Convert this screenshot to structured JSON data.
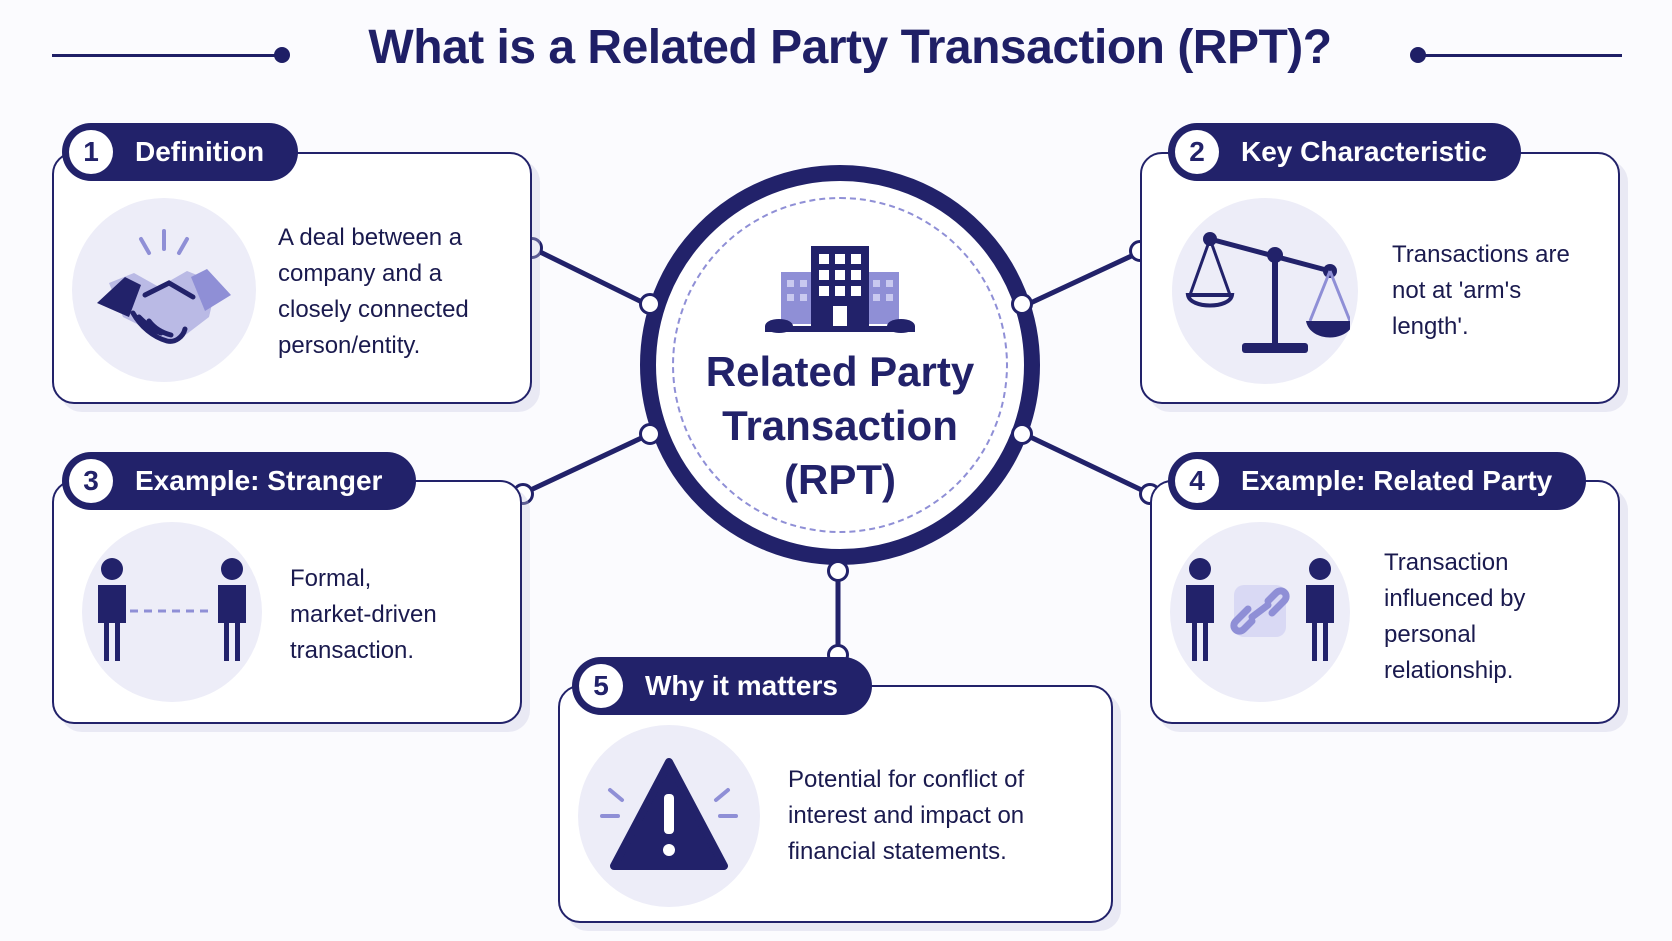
{
  "title": "What is a Related Party Transaction (RPT)?",
  "center": {
    "line1": "Related Party",
    "line2": "Transaction",
    "line3": "(RPT)",
    "icon": "building-icon"
  },
  "cards": [
    {
      "number": "1",
      "heading": "Definition",
      "icon": "handshake-icon",
      "lines": [
        "A deal between a",
        "company and a",
        "closely connected",
        "person/entity."
      ]
    },
    {
      "number": "2",
      "heading": "Key Characteristic",
      "icon": "unbalanced-scale-icon",
      "lines": [
        "Transactions are",
        "not at 'arm's",
        "length'."
      ]
    },
    {
      "number": "3",
      "heading": "Example: Stranger",
      "icon": "two-persons-dashed-icon",
      "lines": [
        "Formal,",
        "market-driven",
        "transaction."
      ]
    },
    {
      "number": "4",
      "heading": "Example: Related Party",
      "icon": "two-persons-link-icon",
      "lines": [
        "Transaction",
        "influenced by",
        "personal",
        "relationship."
      ]
    },
    {
      "number": "5",
      "heading": "Why it matters",
      "icon": "warning-icon",
      "lines": [
        "Potential for conflict of",
        "interest and impact on",
        "financial statements."
      ]
    }
  ],
  "colors": {
    "navy": "#22226a",
    "accent": "#8f8fd6",
    "icon_bg": "#ededf8",
    "background": "#fbfbfe"
  }
}
